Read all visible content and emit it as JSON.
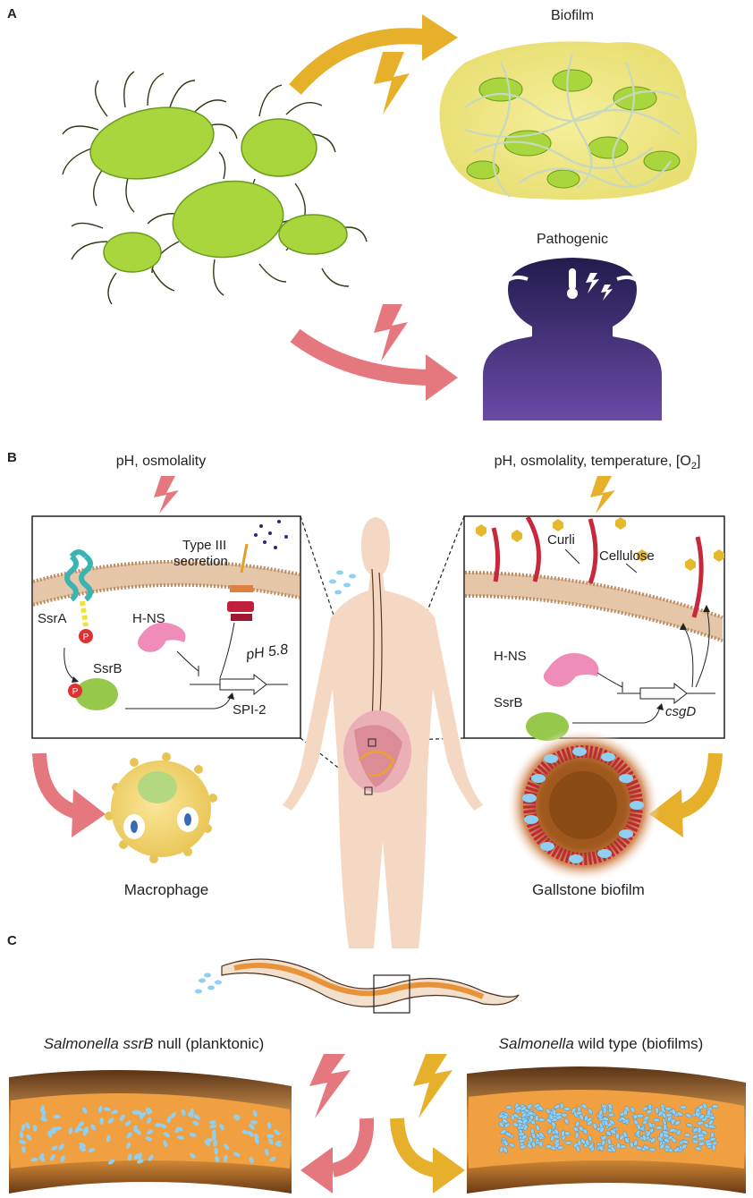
{
  "panels": {
    "a": "A",
    "b": "B",
    "c": "C"
  },
  "panel_a": {
    "biofilm": "Biofilm",
    "pathogenic": "Pathogenic"
  },
  "panel_b": {
    "left_signal": "pH, osmolality",
    "right_signal_main": "pH, osmolality, temperature, [O",
    "right_signal_sub": "2",
    "right_signal_close": "]",
    "left_box": {
      "ssra": "SsrA",
      "hns": "H-NS",
      "ssrb": "SsrB",
      "p": "P",
      "t3s_line1": "Type III",
      "t3s_line2": "secretion",
      "ph": "pH 5.8",
      "spi2": "SPI-2"
    },
    "right_box": {
      "curli": "Curli",
      "cellulose": "Cellulose",
      "hns": "H-NS",
      "ssrb": "SsrB",
      "csgd": "csgD"
    },
    "macrophage": "Macrophage",
    "gallstone": "Gallstone biofilm"
  },
  "panel_c": {
    "left_label_italic": "Salmonella ssrB",
    "left_label_rest": " null (planktonic)",
    "right_label_italic": "Salmonella",
    "right_label_rest": " wild type (biofilms)"
  },
  "colors": {
    "pathogenic": "#e5787e",
    "biofilm": "#e6b02b",
    "bacterium": "#a8d63c",
    "membrane": "#dcb99a",
    "ssra": "#5cc6c6",
    "hns": "#f08cb8",
    "ssrb": "#96c84c",
    "curli": "#c8283c",
    "cellulose": "#e6b82c",
    "silhouette": "#2f2260",
    "worm": "#e8923a",
    "cells": "#8fd0f2"
  }
}
